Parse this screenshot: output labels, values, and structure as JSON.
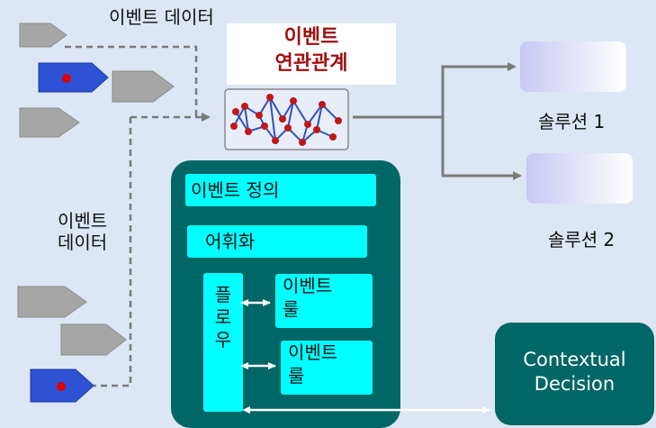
{
  "labels": {
    "event_data_top": "이벤트 데이터",
    "event_data_left": "이벤트\n데이터",
    "correlation_title": "이벤트\n연관관계",
    "solution1": "솔루션 1",
    "solution2": "솔루션 2"
  },
  "engine": {
    "definition": "이벤트 정의",
    "vocabulary": "어휘화",
    "flow": "플\n로\n우",
    "rule1": "이벤트\n룰",
    "rule2": "이벤트\n룰"
  },
  "decision": "Contextual\nDecision",
  "colors": {
    "background": "#dde6f4",
    "engine_panel": "#006666",
    "engine_box": "#00ffff",
    "title_red": "#a01010",
    "arrow_gray": "#7a7a7a",
    "event_gray": "#a6a6a6",
    "event_blue": "#2e52d6",
    "event_dot": "#e00000"
  },
  "icons": {
    "correlation_network": "network-graph-icon",
    "event_shape": "pentagon-arrow-icon"
  }
}
